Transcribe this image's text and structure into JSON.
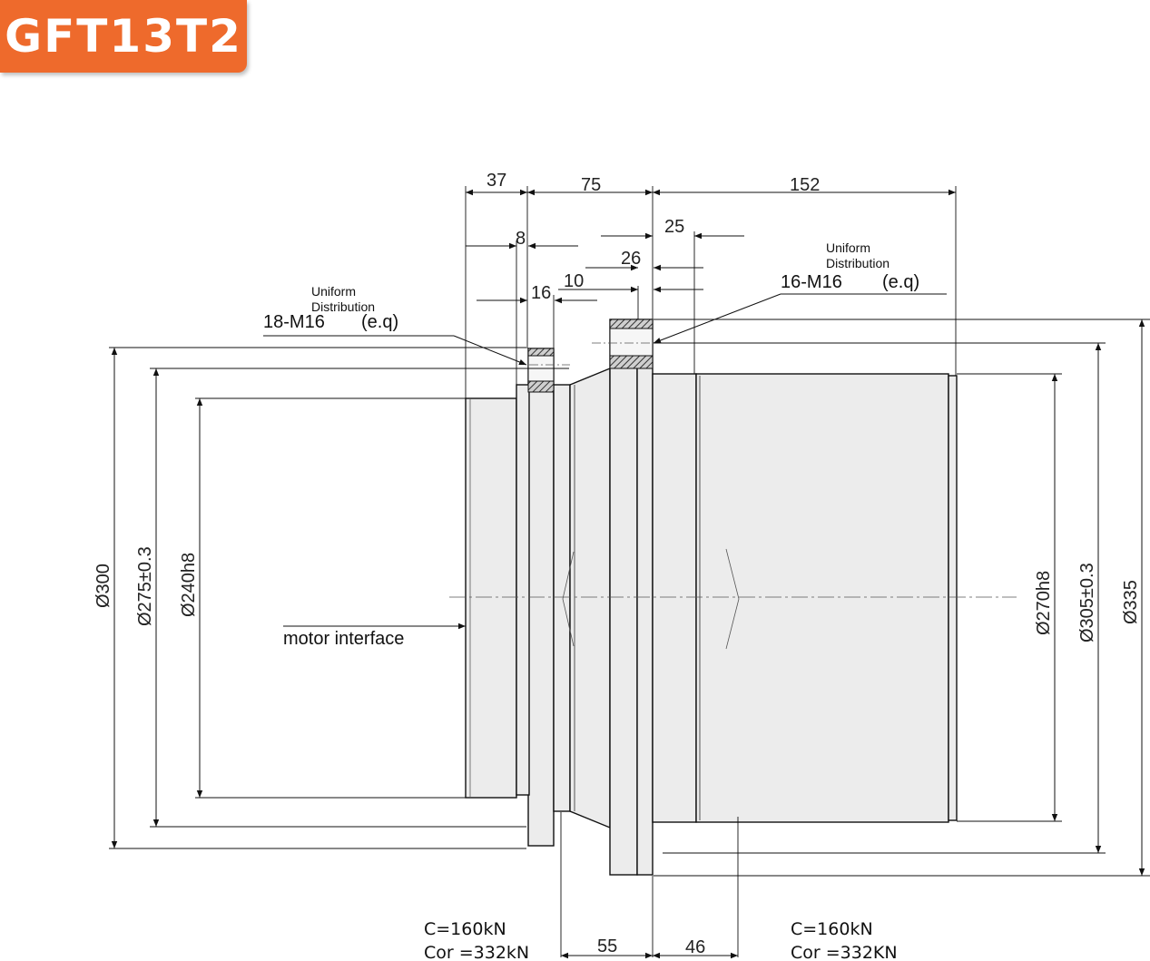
{
  "model": "GFT13T2",
  "colors": {
    "badge": "#ee6a2c",
    "body_fill": "#ececec",
    "line": "#111111"
  },
  "dimensions": {
    "top": [
      "37",
      "75",
      "152",
      "8",
      "25",
      "26",
      "10",
      "16"
    ],
    "left": [
      "Ø300",
      "Ø275±0.3",
      "Ø240h8"
    ],
    "right": [
      "Ø270h8",
      "Ø305±0.3",
      "Ø335"
    ],
    "bottom": [
      "55",
      "46"
    ]
  },
  "callouts": {
    "left_uniform_line1": "Uniform",
    "left_uniform_line2": "Distribution",
    "left_bolt": "18-M16",
    "left_eq": "(e.q)",
    "right_uniform_line1": "Uniform",
    "right_uniform_line2": "Distribution",
    "right_bolt": "16-M16",
    "right_eq": "(e.q)",
    "motor": "motor  interface"
  },
  "loads": {
    "left_c": "C=160kN",
    "left_cor": "Cor =332kN",
    "right_c": "C=160kN",
    "right_cor": "Cor =332KN"
  }
}
